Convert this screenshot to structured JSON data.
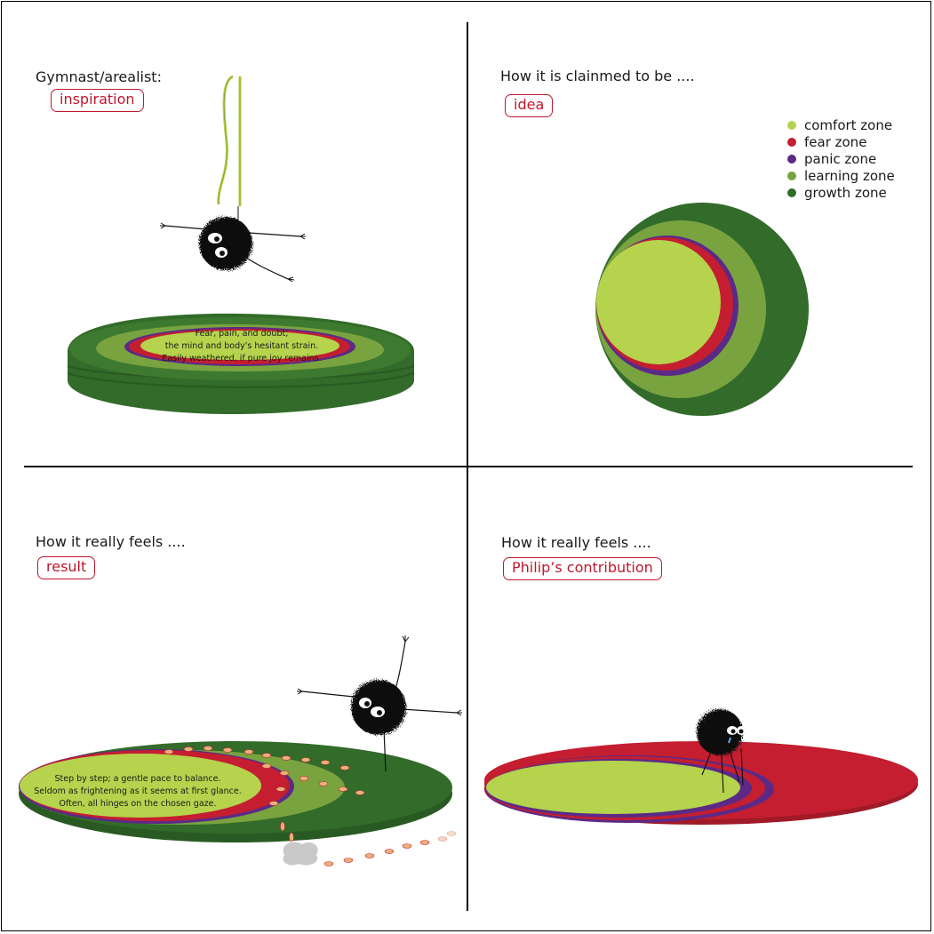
{
  "colors": {
    "comfort": "#b5d34d",
    "fear": "#c41e30",
    "panic": "#5b2a87",
    "learning": "#79a33f",
    "growth": "#326b2a",
    "tag": "#c0182d"
  },
  "panels": {
    "top_left": {
      "heading": "Gymnast/arealist:",
      "tag": "inspiration",
      "poem": [
        "Fear, pain, and doubt;",
        "the mind and body's hesitant strain.",
        "Easily weathered, if pure joy remains."
      ]
    },
    "top_right": {
      "heading": "How it is clainmed to be ....",
      "tag": "idea"
    },
    "bottom_left": {
      "heading": "How it really feels ....",
      "tag": "result",
      "poem": [
        "Step by step; a gentle pace to balance.",
        "Seldom as frightening as it seems at first glance.",
        "Often, all hinges on the chosen gaze."
      ]
    },
    "bottom_right": {
      "heading": "How it really feels ....",
      "tag": "Philip’s contribution"
    }
  },
  "legend": [
    {
      "label": "comfort zone",
      "color": "#b5d34d"
    },
    {
      "label": "fear zone",
      "color": "#c41e30"
    },
    {
      "label": "panic zone",
      "color": "#5b2a87"
    },
    {
      "label": "learning zone",
      "color": "#79a33f"
    },
    {
      "label": "growth zone",
      "color": "#326b2a"
    }
  ]
}
